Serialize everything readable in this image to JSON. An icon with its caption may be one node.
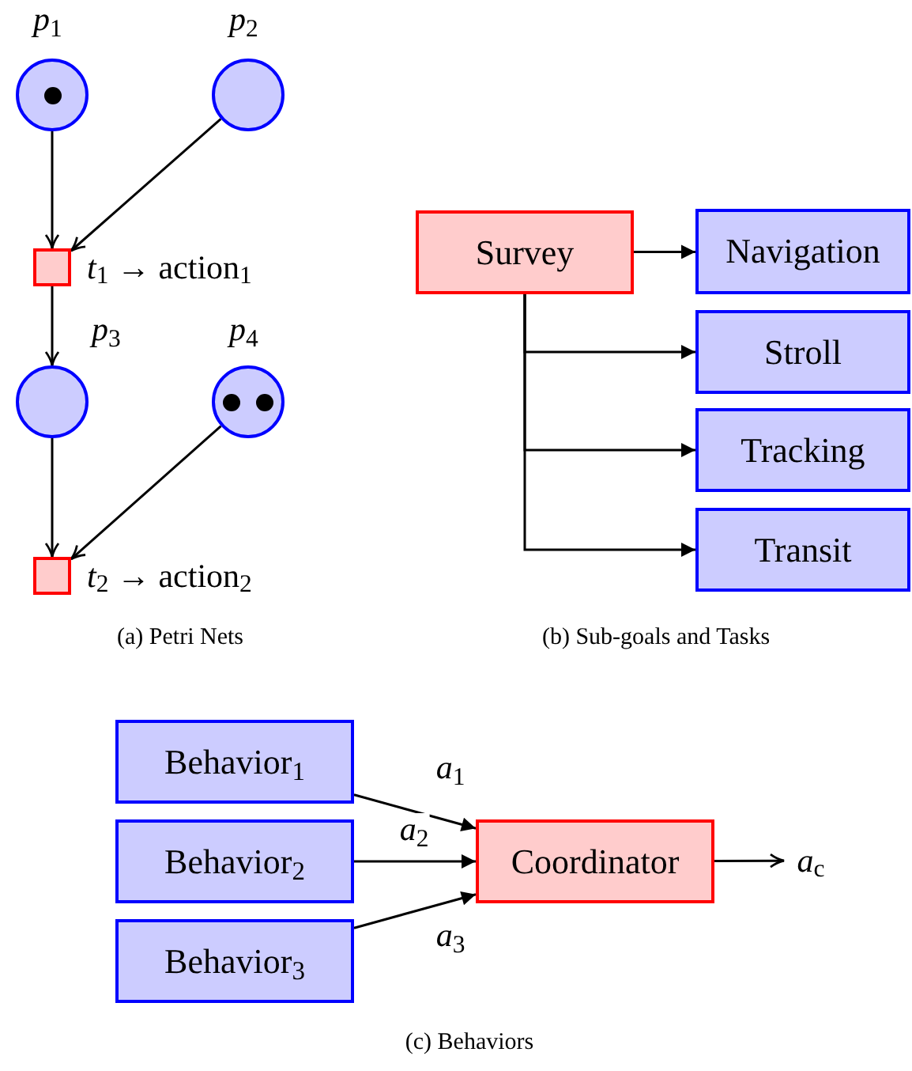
{
  "diagram": {
    "nodes": [
      {
        "text": [
          "*p*$_{1}$"
        ]
      },
      {
        "text": [
          "*p*$_{2}$"
        ]
      },
      {
        "text": [],
        "shape": "box",
        "beside": [
          "*t*$_{1}$ → action$_{1}$"
        ]
      },
      {
        "text": [
          "*p*$_{3}$"
        ]
      },
      {
        "text": [
          "*p*$_{4}$"
        ]
      },
      {
        "text": [],
        "shape": "box",
        "beside": [
          "*t*$_{2}$ → action$_{2}$"
        ]
      },
      {
        "text": [
          "Survey"
        ]
      },
      {
        "text": [
          "Navigation"
        ]
      },
      {
        "text": [
          "Stroll"
        ]
      },
      {
        "text": [
          "Tracking"
        ]
      },
      {
        "text": [
          "Transit"
        ]
      },
      {
        "text": [
          "Behavior$_{1}$"
        ]
      },
      {
        "text": [
          "Behavior$_{2}$"
        ]
      },
      {
        "text": [
          "Behavior$_{3}$"
        ]
      },
      {
        "text": [
          "Coordinator"
        ]
      },
      {
        "text": [
          "*a*$_{c}$"
        ]
      }
    ],
    "edges": [
      {
        "from": 0,
        "to": 2,
        "arrow": "to"
      },
      {
        "from": 1,
        "to": 2,
        "arrow": "to"
      },
      {
        "from": 2,
        "to": 3,
        "arrow": "to"
      },
      {
        "from": 3,
        "to": 5,
        "arrow": "to"
      },
      {
        "from": 4,
        "to": 5,
        "arrow": "to"
      },
      {
        "from": 6,
        "to": 7,
        "arrow": "to"
      },
      {
        "from": 6,
        "to": 8,
        "arrow": "to"
      },
      {
        "from": 6,
        "to": 9,
        "arrow": "to"
      },
      {
        "from": 6,
        "to": 10,
        "arrow": "to"
      },
      {
        "from": 11,
        "to": 14,
        "arrow": "to",
        "label": "*a*$_{1}$"
      },
      {
        "from": 12,
        "to": 14,
        "arrow": "to",
        "label": "*a*$_{2}$"
      },
      {
        "from": 13,
        "to": 14,
        "arrow": "to",
        "label": "*a*$_{3}$"
      },
      {
        "from": 14,
        "to": 15,
        "arrow": "to"
      }
    ],
    "labels": [
      "(a) Petri Nets",
      "(b) Sub-goals and Tasks",
      "(c) Behaviors"
    ]
  }
}
